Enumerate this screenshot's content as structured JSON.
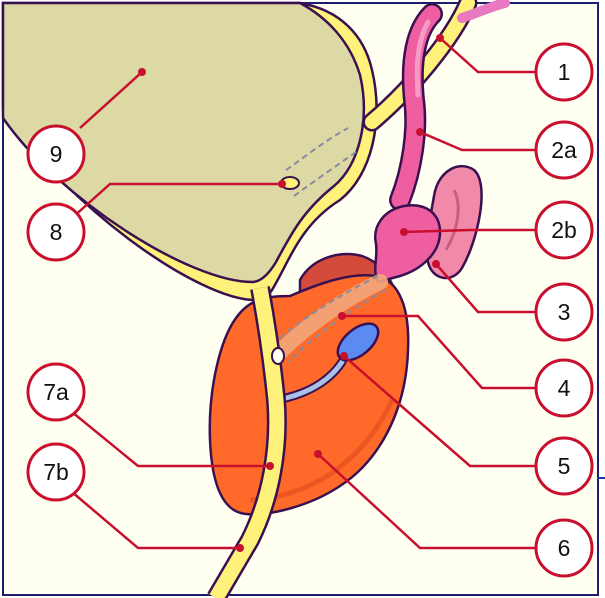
{
  "colors": {
    "background": "#fffff2",
    "frame": "#1c1d6b",
    "bladder_fill": "#dcd9a4",
    "bladder_fill_light": "#e7e6bf",
    "wall_yellow": "#fff27a",
    "outline": "#3a1150",
    "prostate": "#ff6a2a",
    "prostate_dark": "#e04a1c",
    "prostate_top": "#d44b3b",
    "vesicle_pink": "#f08aa8",
    "vas_pink": "#ee5ea0",
    "utricle_blue": "#5b8af0",
    "leader": "#c8102e",
    "callout_fill": "#ffffff",
    "callout_stroke": "#c8102e",
    "edge_mark": "#1b35b5"
  },
  "callouts": {
    "c1": "1",
    "c2a": "2a",
    "c2b": "2b",
    "c3": "3",
    "c4": "4",
    "c5": "5",
    "c6": "6",
    "c7a": "7a",
    "c7b": "7b",
    "c8": "8",
    "c9": "9"
  }
}
